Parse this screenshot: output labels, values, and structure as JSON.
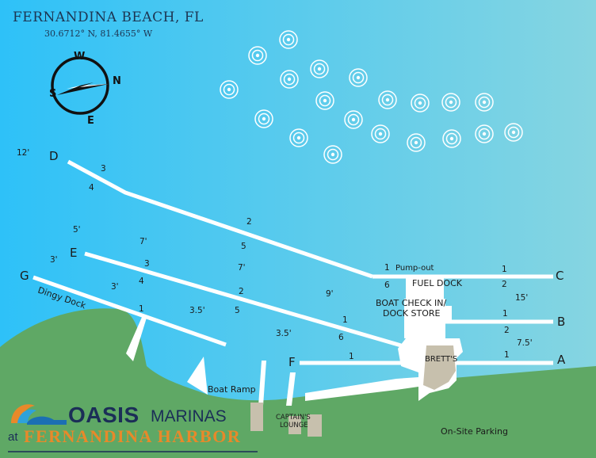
{
  "header": {
    "title": "FERNANDINA BEACH, FL",
    "coordinates": "30.6712° N, 81.4655° W"
  },
  "compass": {
    "north": "N",
    "south": "S",
    "east": "E",
    "west": "W"
  },
  "docks": {
    "a": "A",
    "b": "B",
    "c": "C",
    "d": "D",
    "e": "E",
    "f": "F",
    "g": "G"
  },
  "labels": {
    "pump_out": "Pump-out",
    "fuel_dock": "FUEL DOCK",
    "boat_check_in_line1": "BOAT CHECK IN/",
    "boat_check_in_line2": "DOCK STORE",
    "bretts": "BRETT'S",
    "boat_ramp": "Boat Ramp",
    "captains_lounge_line1": "CAPTAIN'S",
    "captains_lounge_line2": "LOUNGE",
    "on_site_parking": "On-Site Parking",
    "dingy_dock": "Dingy Dock"
  },
  "depths": {
    "d1": "12'",
    "d2": "5'",
    "d3": "3'",
    "d4": "7'",
    "d5": "3'",
    "d6": "7'",
    "d7": "3.5'",
    "d8": "9'",
    "d9": "3.5'",
    "d10": "15'",
    "d11": "7.5'"
  },
  "slips": {
    "s1": "3",
    "s2": "4",
    "s3": "2",
    "s4": "5",
    "s5": "3",
    "s6": "4",
    "s7": "2",
    "s8": "5",
    "s9": "1",
    "s10": "1",
    "s11": "6",
    "s12": "1",
    "s13": "6",
    "s14": "1",
    "s15": "1",
    "s16": "2",
    "s17": "1",
    "s18": "2",
    "s19": "1"
  },
  "logo": {
    "oasis": "OASIS",
    "marinas": "MARINAS",
    "at": "at",
    "harbor": "FERNANDINA HARBOR"
  },
  "colors": {
    "water_left": "#2ec1f8",
    "water_right": "#86d5e1",
    "land": "#5fa865",
    "dock": "#ffffff",
    "building": "#c7c0ad",
    "mooring": "#ffffff",
    "logo_navy": "#1b2e57",
    "logo_orange": "#e8892a"
  }
}
